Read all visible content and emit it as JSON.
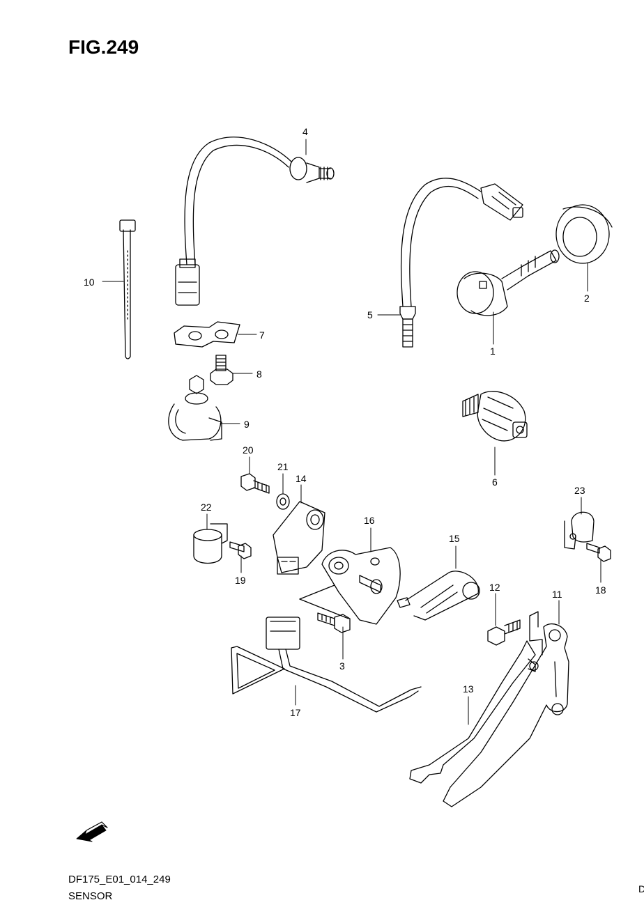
{
  "figure": {
    "title": "FIG.249",
    "code": "DF175_E01_014_249",
    "name": "SENSOR",
    "edge_mark": "D"
  },
  "fwd_symbol": {
    "label": "FWD",
    "icon": "fwd-arrow-icon"
  },
  "callouts": [
    "1",
    "2",
    "3",
    "4",
    "5",
    "6",
    "7",
    "8",
    "9",
    "10",
    "11",
    "12",
    "13",
    "14",
    "15",
    "16",
    "17",
    "18",
    "19",
    "20",
    "21",
    "22",
    "23"
  ]
}
